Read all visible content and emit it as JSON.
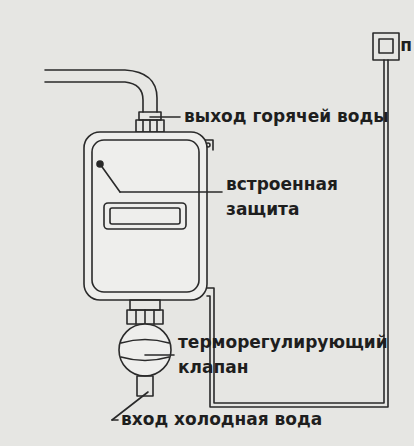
{
  "diagram": {
    "labels": [
      "выход горячей воды",
      "встроенная защита",
      "терморегулирующий клапан",
      "вход холодная вода",
      "п"
    ]
  }
}
